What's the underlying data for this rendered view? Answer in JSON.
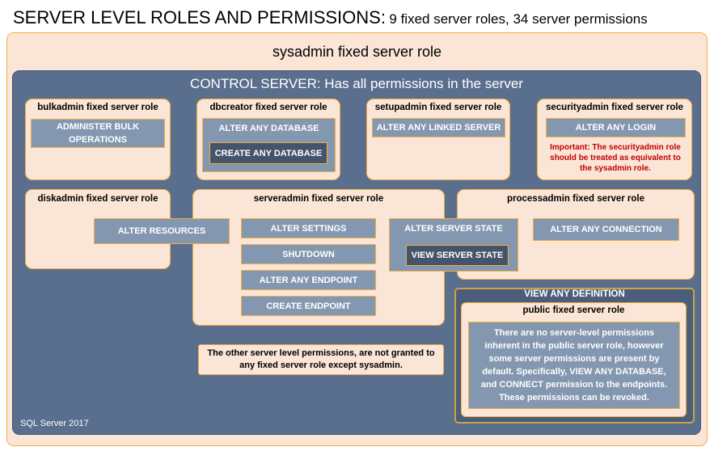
{
  "heading": {
    "main": "SERVER LEVEL ROLES AND PERMISSIONS:",
    "sub": "9 fixed server roles, 34 server permissions"
  },
  "sysadmin": {
    "title": "sysadmin fixed server role"
  },
  "control_server": {
    "title": "CONTROL SERVER: Has all permissions in the server"
  },
  "roles": {
    "bulkadmin": {
      "title": "bulkadmin fixed server role",
      "perms": [
        "ADMINISTER BULK OPERATIONS"
      ]
    },
    "dbcreator": {
      "title": "dbcreator fixed server role",
      "perms": [
        "ALTER ANY DATABASE",
        "CREATE ANY DATABASE"
      ]
    },
    "setupadmin": {
      "title": "setupadmin fixed server role",
      "perms": [
        "ALTER ANY LINKED SERVER"
      ]
    },
    "securityadmin": {
      "title": "securityadmin fixed server role",
      "perms": [
        "ALTER ANY LOGIN"
      ],
      "note": "Important: The securityadmin role should be treated as equivalent to the sysadmin role."
    },
    "diskadmin": {
      "title": "diskadmin fixed server role",
      "perms": [
        "ALTER RESOURCES"
      ]
    },
    "serveradmin": {
      "title": "serveradmin fixed server role",
      "perms": [
        "ALTER SETTINGS",
        "SHUTDOWN",
        "ALTER ANY ENDPOINT",
        "CREATE ENDPOINT",
        "ALTER SERVER STATE",
        "VIEW SERVER STATE"
      ]
    },
    "processadmin": {
      "title": "processadmin fixed server role",
      "perms": [
        "ALTER ANY CONNECTION"
      ]
    }
  },
  "other_note": "The other server level permissions, are not granted to any fixed server role except sysadmin.",
  "view_any_definition": {
    "title": "VIEW ANY DEFINITION"
  },
  "public": {
    "title": "public fixed server role",
    "text": "There are no server-level permissions inherent in the public server role, however some server permissions are present by default. Specifically, VIEW ANY DATABASE, and CONNECT permission to the endpoints. These permissions can be revoked."
  },
  "footer": "SQL Server 2017"
}
